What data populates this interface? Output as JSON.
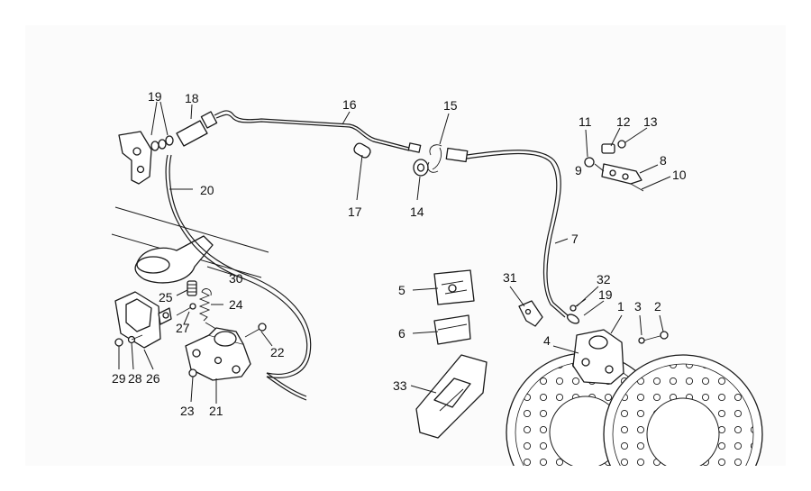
{
  "parts": [
    "1",
    "2",
    "3",
    "4",
    "5",
    "6",
    "7",
    "8",
    "9",
    "10",
    "11",
    "12",
    "13",
    "14",
    "15",
    "16",
    "17",
    "18",
    "19",
    "20",
    "21",
    "22",
    "23",
    "24",
    "25",
    "26",
    "27",
    "28",
    "29",
    "30",
    "31",
    "32",
    "33"
  ],
  "extra_labels": [
    "19"
  ]
}
